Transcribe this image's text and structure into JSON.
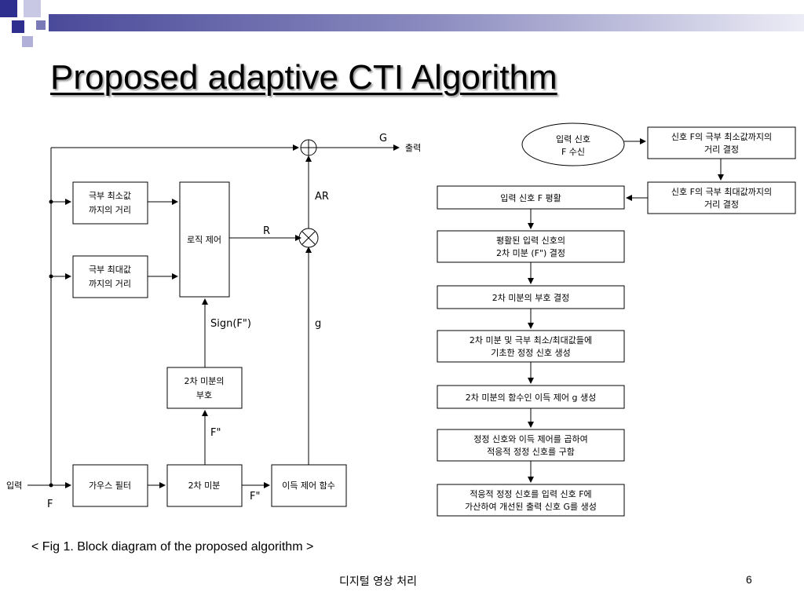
{
  "slide": {
    "title": "Proposed adaptive CTI Algorithm",
    "caption": "< Fig 1. Block diagram of the proposed algorithm >",
    "footer": "디지털 영상 처리",
    "page_number": "6"
  },
  "block_diagram": {
    "blocks": {
      "local_min": [
        "극부 최소값",
        "까지의 거리"
      ],
      "local_max": [
        "극부 최대값",
        "까지의 거리"
      ],
      "logic": "로직 제어",
      "sign": [
        "2차 미분의",
        "부호"
      ],
      "gauss": "가우스 필터",
      "deriv": "2차 미분",
      "gain": "이득 제어 함수"
    },
    "labels": {
      "G": "G",
      "output": "출력",
      "AR": "AR",
      "R": "R",
      "signF": "Sign(F\")",
      "g": "g",
      "Fdd1": "F\"",
      "Fdd2": "F\"",
      "input": "입력",
      "F": "F"
    }
  },
  "flowchart": {
    "start": [
      "입력 신호",
      "F 수신"
    ],
    "top_min": [
      "신호 F의 극부 최소값까지의",
      "거리 결정"
    ],
    "top_max": [
      "신호 F의 극부 최대값까지의",
      "거리 결정"
    ],
    "steps": [
      [
        "입력 신호 F 평활"
      ],
      [
        "평활된 입력 신호의",
        "2차 미분 (F\") 결정"
      ],
      [
        "2차 미분의 부호 결정"
      ],
      [
        "2차 미분 및 극부 최소/최대값들에",
        "기초한 정정 신호 생성"
      ],
      [
        "2차 미분의 함수인 이득 제어 g 생성"
      ],
      [
        "정정 신호와 이득 제어를 곱하여",
        "적응적 정정 신호를 구함"
      ],
      [
        "적응적 정정 신호를 입력 신호 F에",
        "가산하여 개선된 출력 신호 G를 생성"
      ]
    ]
  }
}
